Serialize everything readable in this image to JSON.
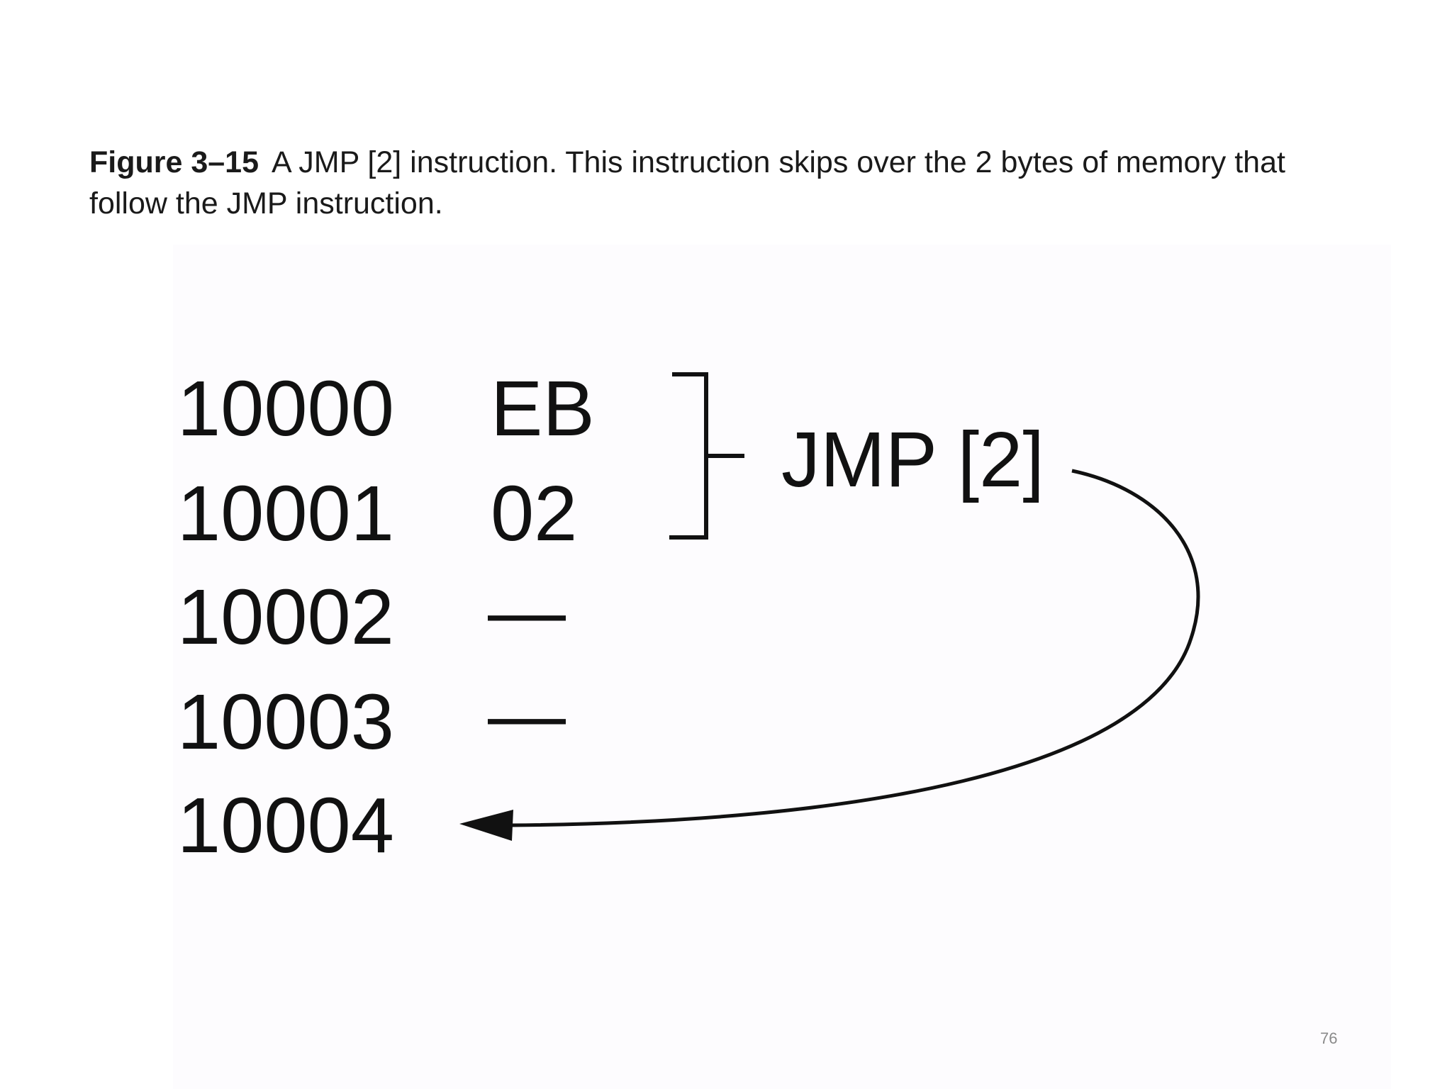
{
  "caption": {
    "label": "Figure 3–15",
    "text": "A JMP [2] instruction. This instruction skips over the 2 bytes of memory that follow the JMP instruction."
  },
  "memory": {
    "rows": [
      {
        "address": "10000",
        "value": "EB"
      },
      {
        "address": "10001",
        "value": "02"
      },
      {
        "address": "10002",
        "value": "—"
      },
      {
        "address": "10003",
        "value": "—"
      },
      {
        "address": "10004",
        "value": ""
      }
    ]
  },
  "instruction_label": "JMP [2]",
  "page_number": "76",
  "colors": {
    "ink": "#111111",
    "panel": "#fdfcfe",
    "page_number": "#8a8a8a"
  }
}
